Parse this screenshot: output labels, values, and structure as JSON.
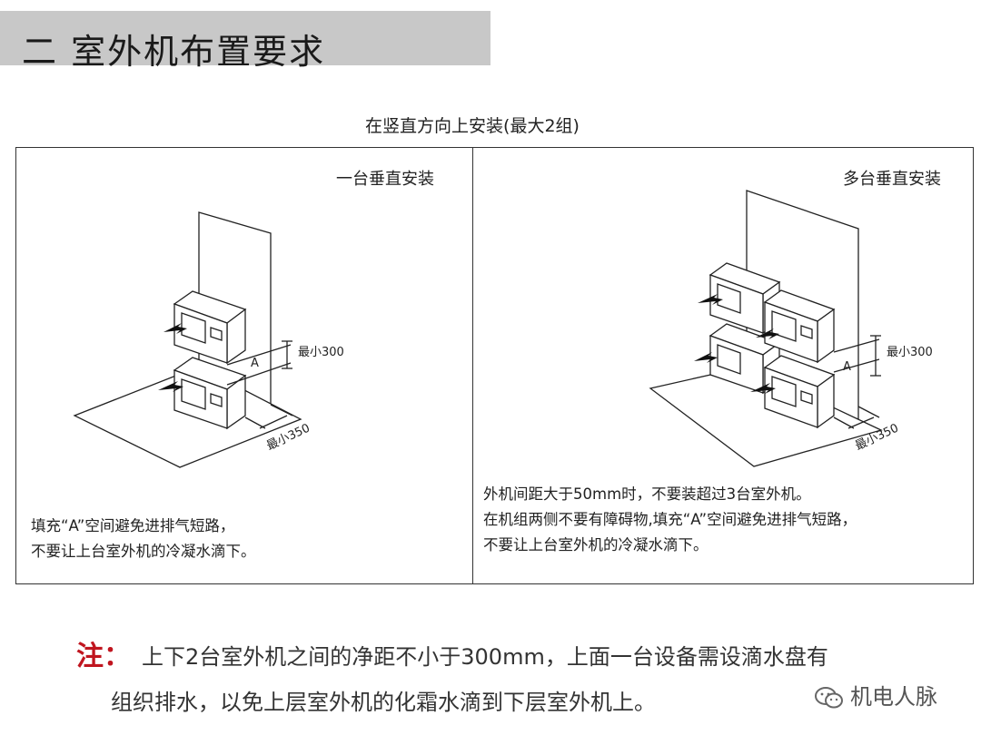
{
  "page": {
    "title": "二  室外机布置要求",
    "subtitle": "在竖直方向上安装(最大2组)"
  },
  "left_panel": {
    "label": "一台垂直安装",
    "dim_top": "最小300",
    "dim_bottom": "最小350",
    "marker": "A",
    "desc_lines": [
      "填充“A”空间避免进排气短路，",
      "不要让上台室外机的冷凝水滴下。"
    ]
  },
  "right_panel": {
    "label": "多台垂直安装",
    "dim_top": "最小300",
    "dim_bottom": "最小350",
    "marker": "A",
    "desc_lines": [
      "外机间距大于50mm时，不要装超过3台室外机。",
      "在机组两侧不要有障碍物,填充“A”空间避免进排气短路，",
      "不要让上台室外机的冷凝水滴下。"
    ]
  },
  "note": {
    "label": "注：",
    "line1": "上下2台室外机之间的净距不小于300mm，上面一台设备需设滴水盘有",
    "line2": "组织排水，以免上层室外机的化霜水滴到下层室外机上。"
  },
  "watermark": {
    "text": "机电人脉",
    "icon": "wechat-icon"
  }
}
